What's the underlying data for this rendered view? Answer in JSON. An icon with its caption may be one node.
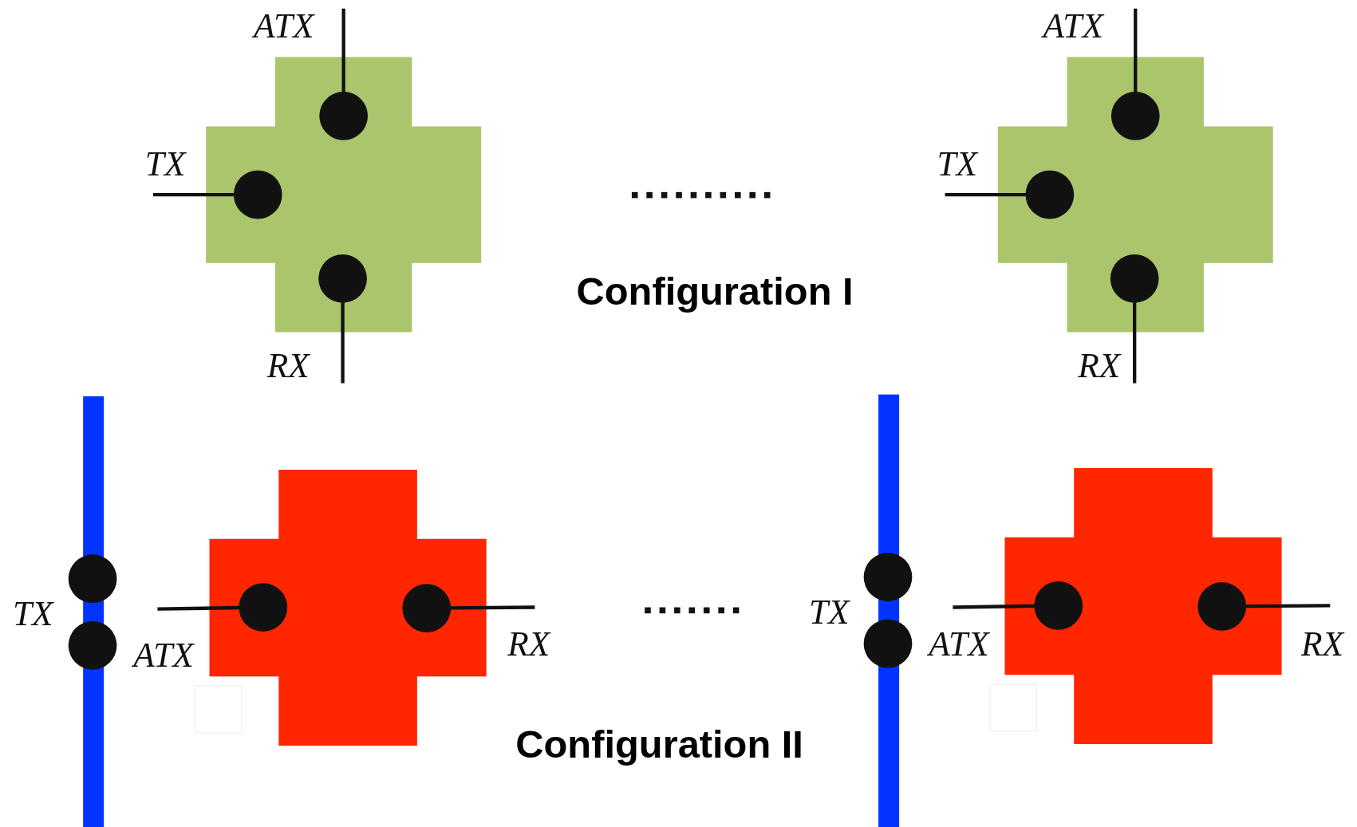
{
  "diagram": {
    "labels": [
      "ATX",
      "ATX",
      "TX",
      "TX",
      "Configuration I",
      "RX",
      "RX",
      "TX",
      "ATX",
      "RX",
      "TX",
      "ATX",
      "RX",
      "Configuration II"
    ]
  }
}
